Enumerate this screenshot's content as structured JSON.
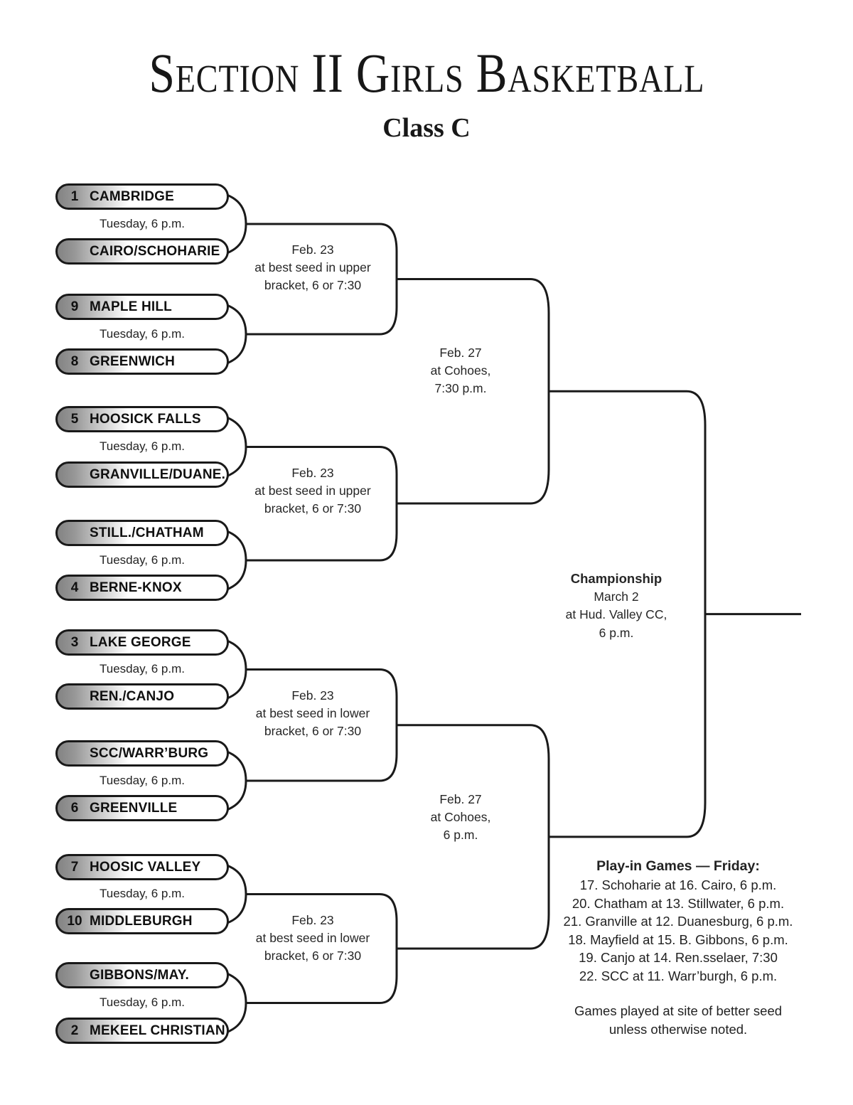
{
  "title": "Section II Girls Basketball",
  "subtitle": "Class C",
  "round1": [
    {
      "top": {
        "seed": "1",
        "name": "CAMBRIDGE"
      },
      "bottom": {
        "seed": "",
        "name": "CAIRO/SCHOHARIE"
      },
      "time": "Tuesday, 6 p.m."
    },
    {
      "top": {
        "seed": "9",
        "name": "MAPLE HILL"
      },
      "bottom": {
        "seed": "8",
        "name": "GREENWICH"
      },
      "time": "Tuesday, 6 p.m."
    },
    {
      "top": {
        "seed": "5",
        "name": "HOOSICK FALLS"
      },
      "bottom": {
        "seed": "",
        "name": "GRANVILLE/DUANE."
      },
      "time": "Tuesday, 6 p.m."
    },
    {
      "top": {
        "seed": "",
        "name": "STILL./CHATHAM"
      },
      "bottom": {
        "seed": "4",
        "name": "BERNE-KNOX"
      },
      "time": "Tuesday, 6 p.m."
    },
    {
      "top": {
        "seed": "3",
        "name": "LAKE GEORGE"
      },
      "bottom": {
        "seed": "",
        "name": "REN./CANJO"
      },
      "time": "Tuesday, 6 p.m."
    },
    {
      "top": {
        "seed": "",
        "name": "SCC/WARR’BURG"
      },
      "bottom": {
        "seed": "6",
        "name": "GREENVILLE"
      },
      "time": "Tuesday, 6 p.m."
    },
    {
      "top": {
        "seed": "7",
        "name": "HOOSIC VALLEY"
      },
      "bottom": {
        "seed": "10",
        "name": "MIDDLEBURGH"
      },
      "time": "Tuesday, 6 p.m."
    },
    {
      "top": {
        "seed": "",
        "name": "GIBBONS/MAY."
      },
      "bottom": {
        "seed": "2",
        "name": "MEKEEL CHRISTIAN"
      },
      "time": "Tuesday, 6 p.m."
    }
  ],
  "quarterfinals": [
    {
      "l1": "Feb. 23",
      "l2": "at best seed in upper",
      "l3": "bracket, 6 or 7:30"
    },
    {
      "l1": "Feb. 23",
      "l2": "at best seed in upper",
      "l3": "bracket, 6 or 7:30"
    },
    {
      "l1": "Feb. 23",
      "l2": "at best seed in lower",
      "l3": "bracket, 6 or 7:30"
    },
    {
      "l1": "Feb. 23",
      "l2": "at best seed in lower",
      "l3": "bracket, 6 or 7:30"
    }
  ],
  "semifinals": [
    {
      "l1": "Feb. 27",
      "l2": "at Cohoes,",
      "l3": "7:30 p.m."
    },
    {
      "l1": "Feb. 27",
      "l2": "at Cohoes,",
      "l3": "6 p.m."
    }
  ],
  "championship": {
    "l1": "Championship",
    "l2": "March 2",
    "l3": "at Hud. Valley CC,",
    "l4": "6 p.m."
  },
  "playin": {
    "heading": "Play-in Games — Friday:",
    "games": [
      "17. Schoharie at 16. Cairo, 6 p.m.",
      "20. Chatham at 13. Stillwater, 6 p.m.",
      "21. Granville at 12. Duanesburg, 6 p.m.",
      "18. Mayfield at 15. B. Gibbons, 6 p.m.",
      "19. Canjo at 14. Ren.sselaer, 7:30",
      "22. SCC at 11. Warr’burgh, 6 p.m."
    ],
    "note1": "Games played at site of better seed",
    "note2": "unless otherwise noted."
  }
}
